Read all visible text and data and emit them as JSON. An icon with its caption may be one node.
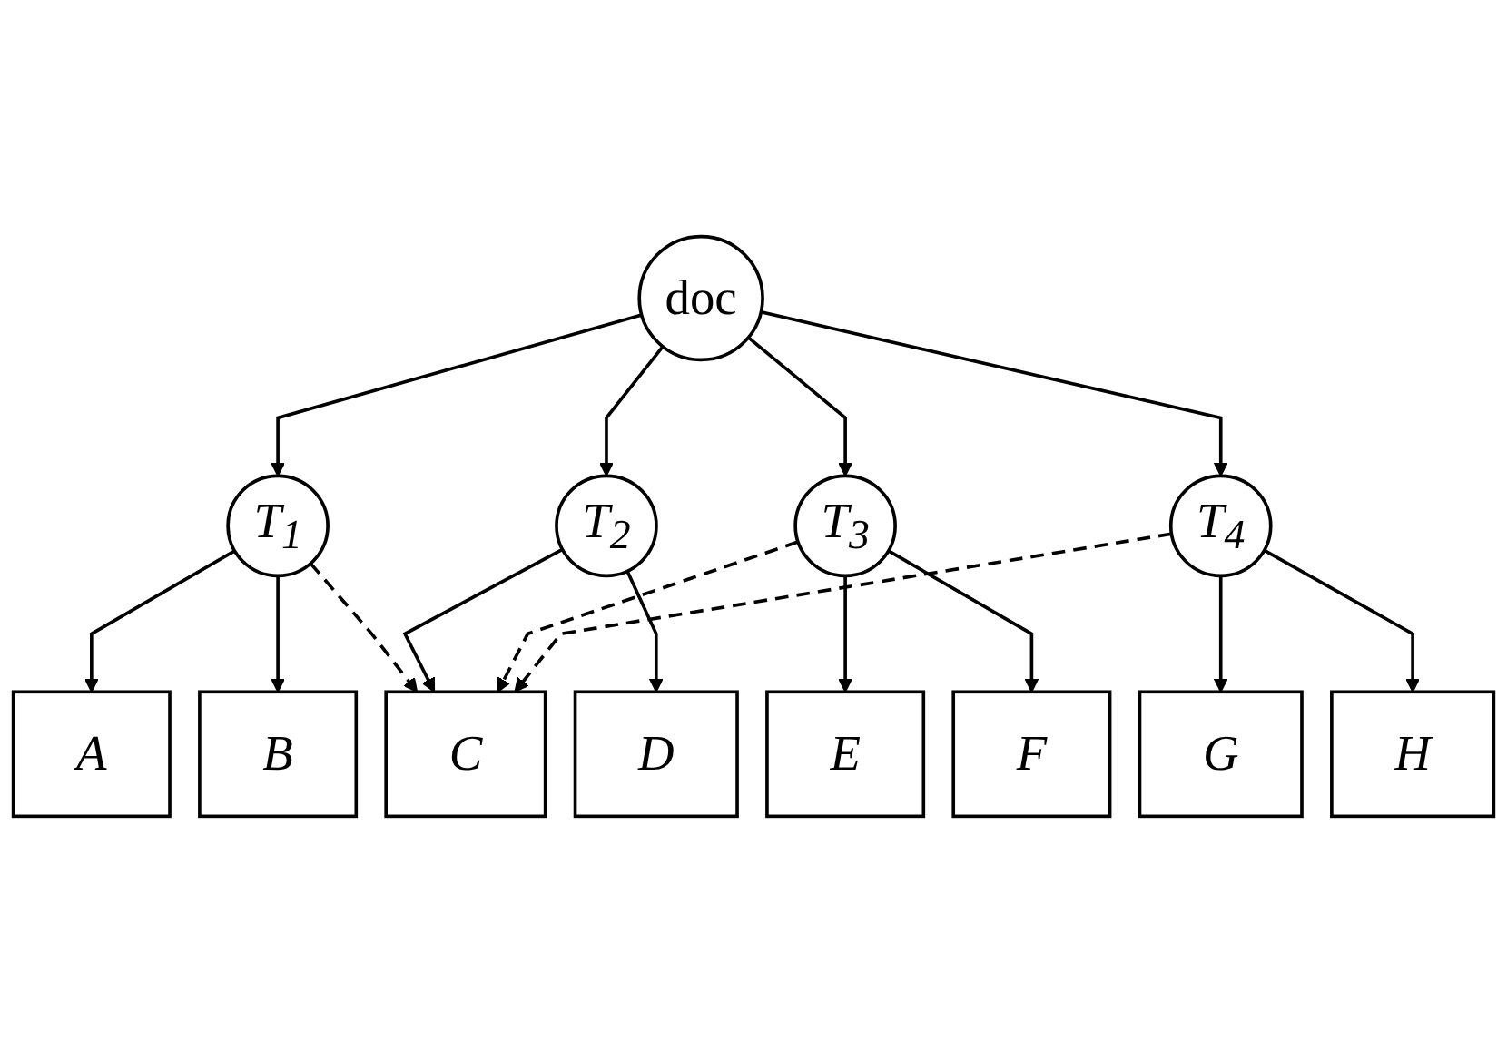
{
  "diagram": {
    "nodes": [
      {
        "text": [
          "doc"
        ]
      },
      {
        "text": [
          "T$_{1}$"
        ]
      },
      {
        "text": [
          "T$_{2}$"
        ]
      },
      {
        "text": [
          "T$_{3}$"
        ]
      },
      {
        "text": [
          "T$_{4}$"
        ]
      },
      {
        "text": [
          "A"
        ]
      },
      {
        "text": [
          "B"
        ]
      },
      {
        "text": [
          "C"
        ]
      },
      {
        "text": [
          "D"
        ]
      },
      {
        "text": [
          "E"
        ]
      },
      {
        "text": [
          "F"
        ]
      },
      {
        "text": [
          "G"
        ]
      },
      {
        "text": [
          "H"
        ]
      }
    ],
    "edges": [
      {
        "from": 0,
        "to": 1,
        "arrow": "to"
      },
      {
        "from": 0,
        "to": 2,
        "arrow": "to"
      },
      {
        "from": 0,
        "to": 3,
        "arrow": "to"
      },
      {
        "from": 0,
        "to": 4,
        "arrow": "to"
      },
      {
        "from": 1,
        "to": 5,
        "arrow": "to"
      },
      {
        "from": 1,
        "to": 6,
        "arrow": "to"
      },
      {
        "from": 1,
        "to": 7,
        "arrow": "to",
        "style": "dashed"
      },
      {
        "from": 2,
        "to": 7,
        "arrow": "to"
      },
      {
        "from": 2,
        "to": 8,
        "arrow": "to"
      },
      {
        "from": 3,
        "to": 7,
        "arrow": "to",
        "style": "dashed"
      },
      {
        "from": 3,
        "to": 9,
        "arrow": "to"
      },
      {
        "from": 3,
        "to": 10,
        "arrow": "to"
      },
      {
        "from": 4,
        "to": 7,
        "arrow": "to",
        "style": "dashed"
      },
      {
        "from": 4,
        "to": 11,
        "arrow": "to"
      },
      {
        "from": 4,
        "to": 12,
        "arrow": "to"
      }
    ]
  }
}
